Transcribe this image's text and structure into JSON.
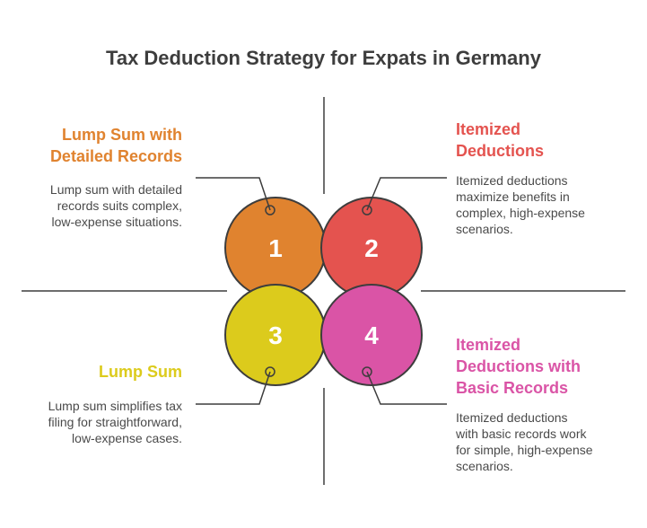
{
  "title": "Tax Deduction Strategy for Expats in Germany",
  "colors": {
    "orange": "#e0832f",
    "red": "#e4534f",
    "yellow": "#dccb1c",
    "pink": "#da54a6",
    "line": "#3d3d3d",
    "text": "#4a4a4a"
  },
  "quadrants": [
    {
      "number": "1",
      "heading_lines": [
        "Lump Sum with",
        "Detailed Records"
      ],
      "description_lines": [
        "Lump sum with detailed",
        "records suits complex,",
        "low-expense situations."
      ]
    },
    {
      "number": "2",
      "heading_lines": [
        "Itemized",
        "Deductions"
      ],
      "description_lines": [
        "Itemized deductions",
        "maximize benefits in",
        "complex, high-expense",
        "scenarios."
      ]
    },
    {
      "number": "3",
      "heading_lines": [
        "Lump Sum"
      ],
      "description_lines": [
        "Lump sum simplifies tax",
        "filing for straightforward,",
        "low-expense cases."
      ]
    },
    {
      "number": "4",
      "heading_lines": [
        "Itemized",
        "Deductions with",
        "Basic Records"
      ],
      "description_lines": [
        "Itemized deductions",
        "with basic records work",
        "for simple, high-expense",
        "scenarios."
      ]
    }
  ]
}
